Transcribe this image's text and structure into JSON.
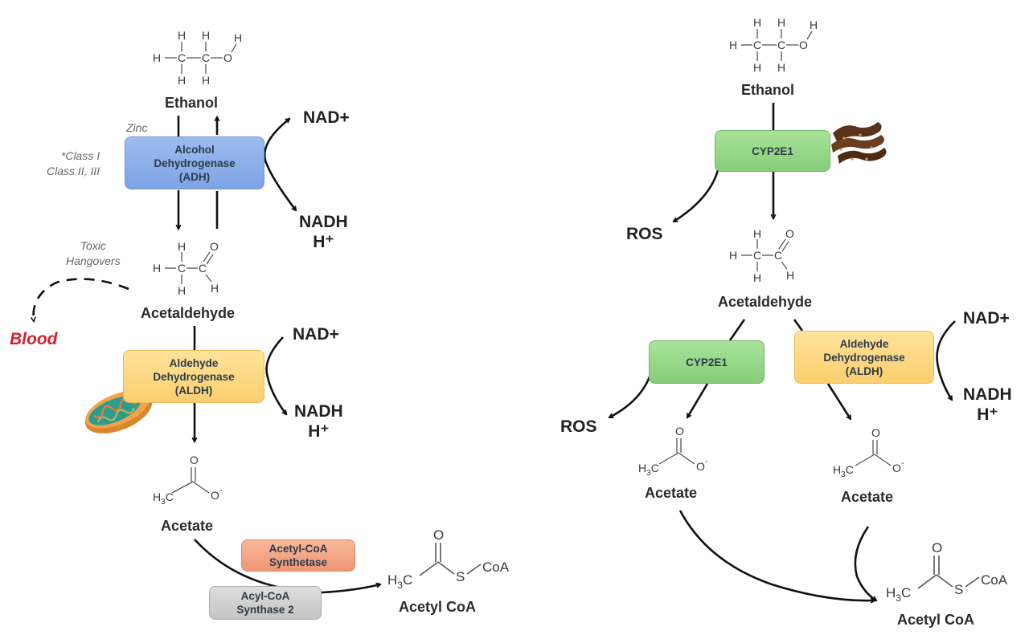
{
  "left": {
    "ethanol": "Ethanol",
    "zinc": "Zinc",
    "classes": [
      "*Class I",
      "Class II, III"
    ],
    "adh": [
      "Alcohol",
      "Dehydrogenase",
      "(ADH)"
    ],
    "nad1": "NAD+",
    "nadh1": "NADH",
    "h1": "H⁺",
    "toxic": [
      "Toxic",
      "Hangovers"
    ],
    "blood": "Blood",
    "acetaldehyde": "Acetaldehyde",
    "aldh": [
      "Aldehyde",
      "Dehydrogenase",
      "(ALDH)"
    ],
    "nad2": "NAD+",
    "nadh2": "NADH",
    "h2": "H⁺",
    "acetate": "Acetate",
    "acs": [
      "Acetyl-CoA",
      "Synthetase"
    ],
    "acyl": [
      "Acyl-CoA",
      "Synthase 2"
    ],
    "acetylcoa": "Acetyl CoA"
  },
  "right": {
    "ethanol": "Ethanol",
    "cyp_top": "CYP2E1",
    "ros1": "ROS",
    "acetaldehyde": "Acetaldehyde",
    "cyp_mid": "CYP2E1",
    "ros2": "ROS",
    "aldh": [
      "Aldehyde",
      "Dehydrogenase",
      "(ALDH)"
    ],
    "nad": "NAD+",
    "nadh": "NADH",
    "h": "H⁺",
    "acetate1": "Acetate",
    "acetate2": "Acetate",
    "acetylcoa": "Acetyl CoA"
  },
  "chem": {
    "h": "H",
    "c": "C",
    "o": "O",
    "h3c_main": "H",
    "h3c_sub": "3",
    "h3c_c": "C",
    "o_minus": "-",
    "s": "S",
    "coa": "CoA"
  },
  "colors": {
    "adh": "#8fb2ea",
    "aldh": "#fcd985",
    "cyp": "#97d889",
    "acetyl_coa_synthetase": "#f2a585",
    "acyl_coa_synthase": "#d0d0d0",
    "blood": "#d5202a",
    "arrow": "#111111"
  }
}
